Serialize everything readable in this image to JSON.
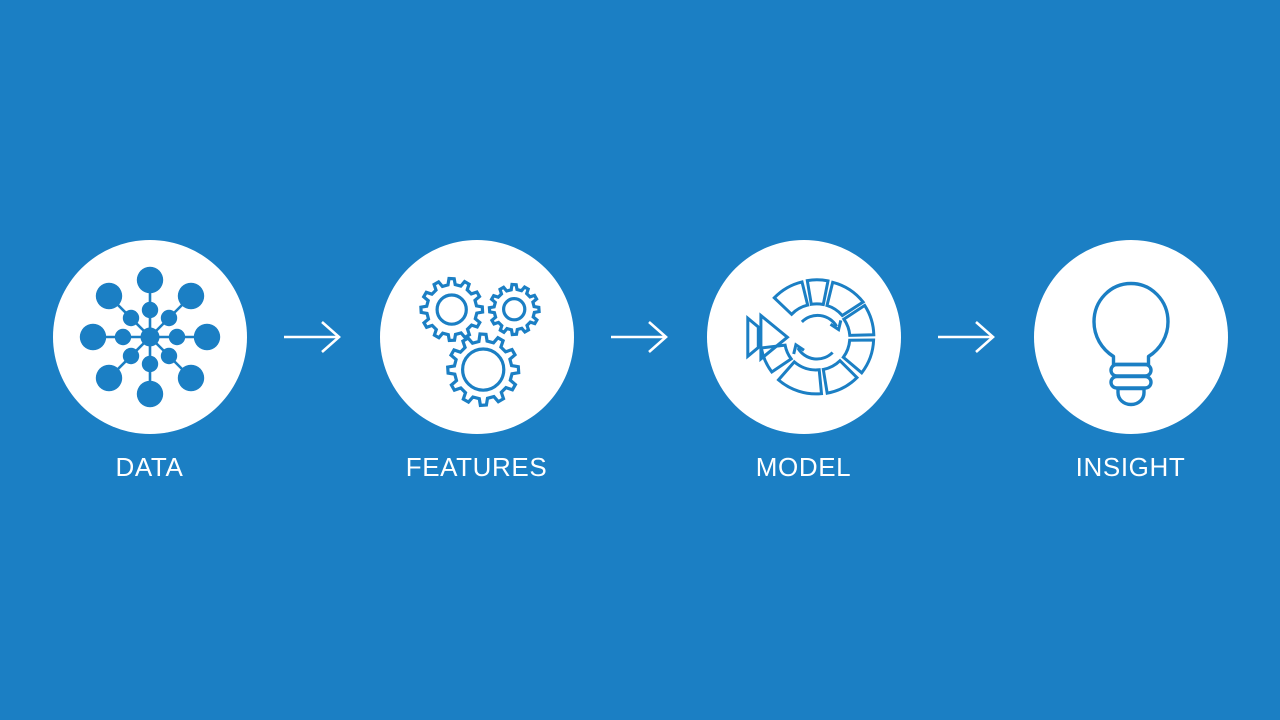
{
  "theme": {
    "background_color": "#1b7fc4",
    "disc_color": "#ffffff",
    "icon_color": "#1b7fc4",
    "label_color": "#ffffff",
    "arrow_color": "#ffffff"
  },
  "diagram": {
    "type": "process-flow",
    "orientation": "horizontal",
    "stage_count": 4,
    "connector_count": 3,
    "stages": [
      {
        "id": "data",
        "label": "DATA",
        "icon": "network-hub-icon",
        "icon_description": "central hub node with eight spokes, each ending in a large dot with a smaller dot midway"
      },
      {
        "id": "features",
        "label": "FEATURES",
        "icon": "gears-icon",
        "icon_description": "three outlined cog wheels of differing sizes"
      },
      {
        "id": "model",
        "label": "MODEL",
        "icon": "model-pie-refresh-icon",
        "icon_description": "segmented donut ring with circular refresh arrows in the center and double play triangles at the left"
      },
      {
        "id": "insight",
        "label": "INSIGHT",
        "icon": "lightbulb-icon",
        "icon_description": "outlined light bulb with screw threads"
      }
    ],
    "connectors": [
      {
        "id": "data-to-features",
        "icon": "arrow-right-icon"
      },
      {
        "id": "features-to-model",
        "icon": "arrow-right-icon"
      },
      {
        "id": "model-to-insight",
        "icon": "arrow-right-icon"
      }
    ]
  }
}
